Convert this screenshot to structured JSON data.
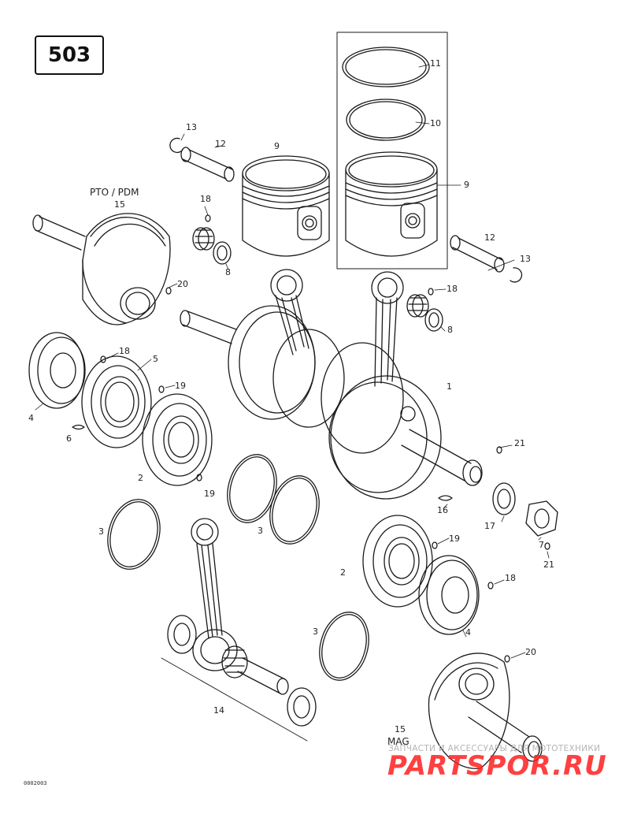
{
  "diagram": {
    "page_number": "503",
    "drawing_code": "0002003",
    "pto_label": "PTO / PDM",
    "mag_label": "MAG",
    "watermark_text": "ЗАПЧАСТИ И АКСЕССУАРЫ ДЛЯ МОТОТЕХНИКИ",
    "watermark_logo": "PARTSPOR.RU",
    "stroke_color": "#1a1a1a",
    "watermark_color": "#ff1f1f"
  },
  "callouts": [
    {
      "id": "c1",
      "text": "1"
    },
    {
      "id": "c2a",
      "text": "2"
    },
    {
      "id": "c2b",
      "text": "2"
    },
    {
      "id": "c3a",
      "text": "3"
    },
    {
      "id": "c3b",
      "text": "3"
    },
    {
      "id": "c3c",
      "text": "3"
    },
    {
      "id": "c4a",
      "text": "4"
    },
    {
      "id": "c4b",
      "text": "4"
    },
    {
      "id": "c5",
      "text": "5"
    },
    {
      "id": "c6",
      "text": "6"
    },
    {
      "id": "c7",
      "text": "7"
    },
    {
      "id": "c8a",
      "text": "8"
    },
    {
      "id": "c8b",
      "text": "8"
    },
    {
      "id": "c9a",
      "text": "9"
    },
    {
      "id": "c9b",
      "text": "9"
    },
    {
      "id": "c10",
      "text": "10"
    },
    {
      "id": "c11",
      "text": "11"
    },
    {
      "id": "c12a",
      "text": "12"
    },
    {
      "id": "c12b",
      "text": "12"
    },
    {
      "id": "c13a",
      "text": "13"
    },
    {
      "id": "c13b",
      "text": "13"
    },
    {
      "id": "c14",
      "text": "14"
    },
    {
      "id": "c15a",
      "text": "15"
    },
    {
      "id": "c15b",
      "text": "15"
    },
    {
      "id": "c16",
      "text": "16"
    },
    {
      "id": "c17",
      "text": "17"
    },
    {
      "id": "c18a",
      "text": "18"
    },
    {
      "id": "c18b",
      "text": "18"
    },
    {
      "id": "c18c",
      "text": "18"
    },
    {
      "id": "c18d",
      "text": "18"
    },
    {
      "id": "c19a",
      "text": "19"
    },
    {
      "id": "c19b",
      "text": "19"
    },
    {
      "id": "c19c",
      "text": "19"
    },
    {
      "id": "c20a",
      "text": "20"
    },
    {
      "id": "c20b",
      "text": "20"
    },
    {
      "id": "c21a",
      "text": "21"
    },
    {
      "id": "c21b",
      "text": "21"
    }
  ]
}
